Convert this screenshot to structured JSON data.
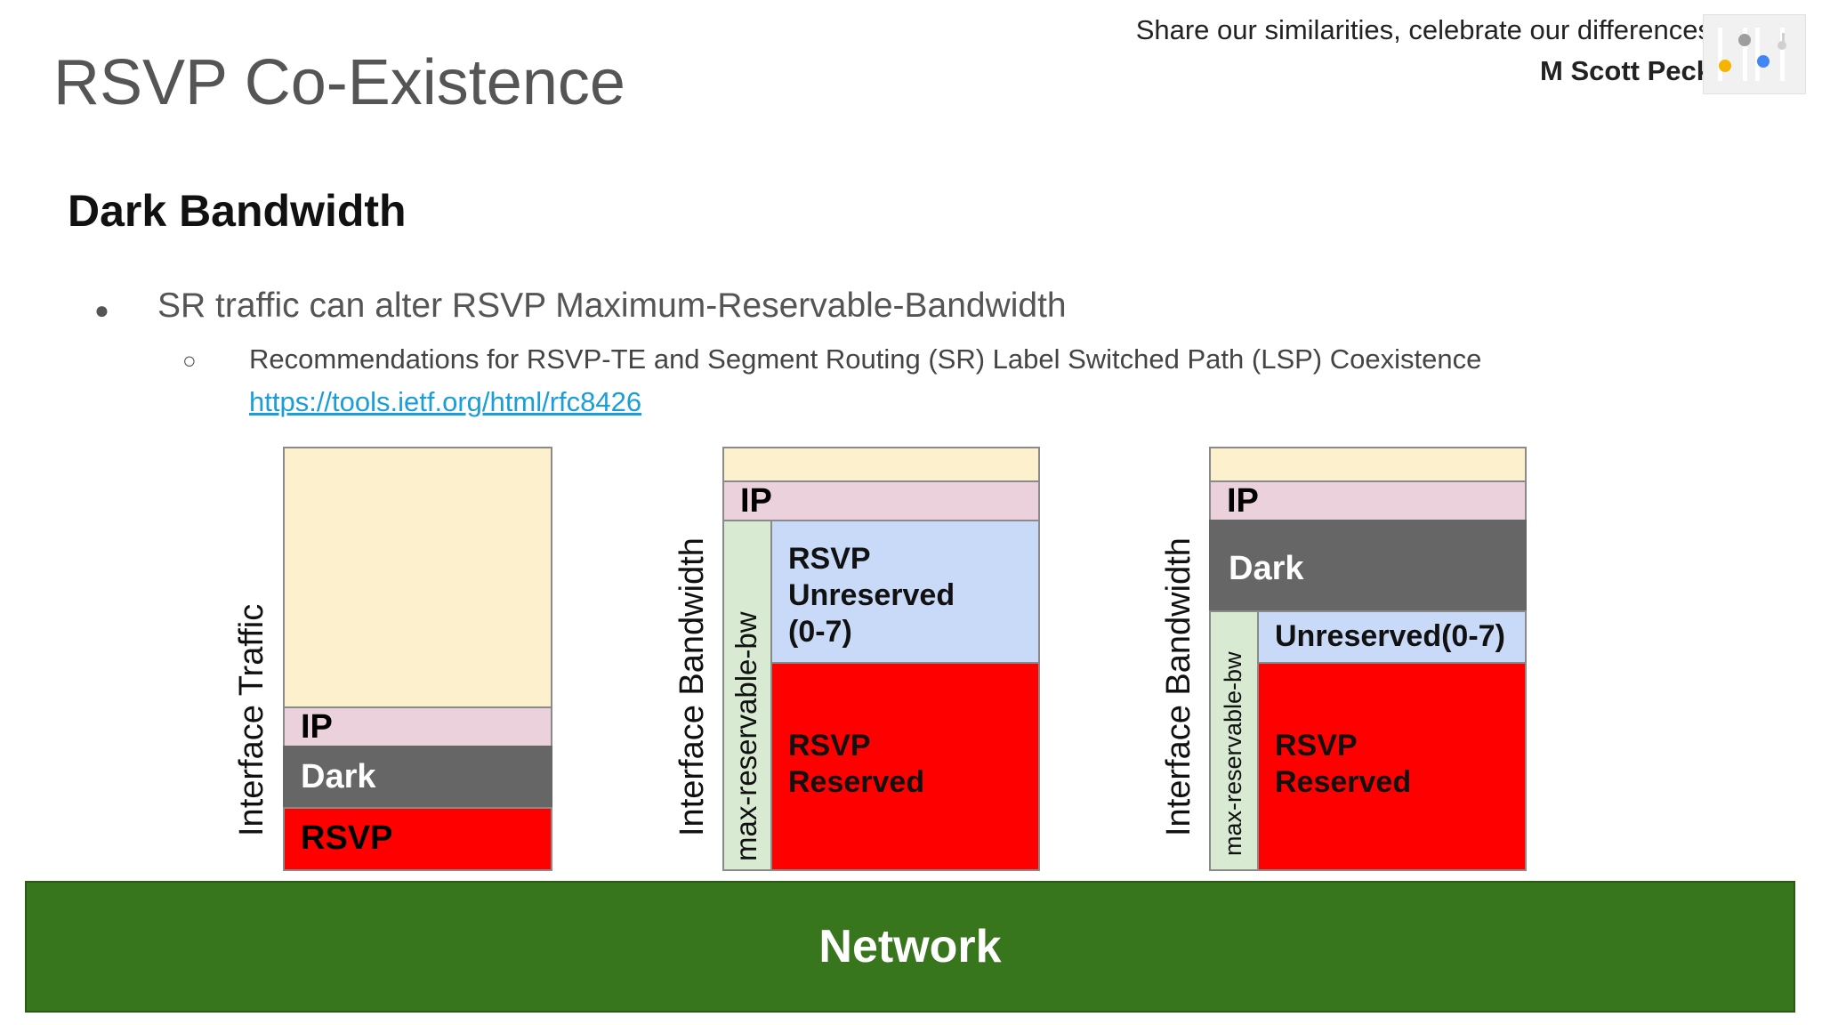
{
  "slide": {
    "title": "RSVP Co-Existence",
    "tagline": "Share our similarities, celebrate our differences",
    "author": "M Scott Peck",
    "heading": "Dark Bandwidth",
    "bullet_main": "SR traffic can alter RSVP Maximum-Reservable-Bandwidth",
    "bullet_sub": "Recommendations for RSVP-TE and Segment Routing (SR) Label Switched Path (LSP) Coexistence",
    "link": "https://tools.ietf.org/html/rfc8426"
  },
  "colors": {
    "cream": "#fdf0cc",
    "ip_pink": "#ead1dc",
    "dark_gray": "#666666",
    "rsvp_red": "#ff0000",
    "unreserved_blue": "#c9daf8",
    "max_reservable_green": "#d9ead3",
    "network_green": "#38761d",
    "link_blue": "#1a9ed8"
  },
  "logo": {
    "icon": "conference-logo-icon"
  },
  "diagram1": {
    "axis_label": "Interface Traffic",
    "ip": "IP",
    "dark": "Dark",
    "rsvp": "RSVP"
  },
  "diagram2": {
    "axis_label": "Interface Bandwidth",
    "side_label": "max-reservable-bw",
    "ip": "IP",
    "unreserved": [
      "RSVP",
      "Unreserved",
      "(0-7)"
    ],
    "reserved": [
      "RSVP",
      "Reserved"
    ]
  },
  "diagram3": {
    "axis_label": "Interface Bandwidth",
    "side_label": "max-reservable-bw",
    "ip": "IP",
    "dark": "Dark",
    "unreserved": "Unreserved(0-7)",
    "reserved": [
      "RSVP",
      "Reserved"
    ]
  },
  "network": "Network"
}
